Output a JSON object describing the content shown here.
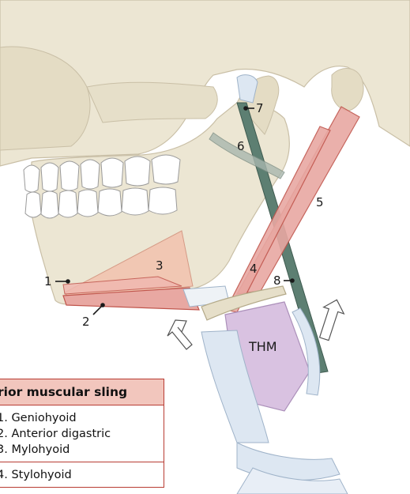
{
  "labels": {
    "n1": "1",
    "n2": "2",
    "n3": "3",
    "n4": "4",
    "n5": "5",
    "n6": "6",
    "n7": "7",
    "n8": "8",
    "thm": "THM"
  },
  "legend": {
    "title": "rior muscular sling",
    "groups": [
      {
        "items": [
          "1. Geniohyoid",
          "2. Anterior digastric",
          "3. Mylohyoid"
        ]
      },
      {
        "items": [
          "4. Stylohyoid"
        ]
      }
    ]
  },
  "colors": {
    "bone": "#ece6d3",
    "bone_outline": "#c9bfa6",
    "muscle": "#e8a8a2",
    "muscle_outline": "#c0554c",
    "ligament": "#5d7f72",
    "thyrohyoid": "#d7bfe0",
    "cartilage": "#dde7f2"
  }
}
